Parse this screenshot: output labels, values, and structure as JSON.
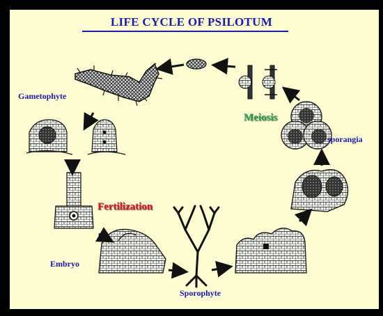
{
  "title": "LIFE CYCLE OF PSILOTUM",
  "labels": {
    "gametophyte": "Gametophyte",
    "meiosis": "Meiosis",
    "sporangia": "sporangia",
    "fertilization": "Fertilization",
    "embryo": "Embryo",
    "sporophyte": "Sporophyte"
  },
  "colors": {
    "background": "#fdfcd3",
    "frame": "#000000",
    "title": "#1a1aa6",
    "label": "#1a1aa6",
    "meiosis": "#2e9d55",
    "fertilization": "#d42020"
  },
  "stages": [
    "gametophyte",
    "archegonium-antheridium",
    "fertilization",
    "embryo",
    "sporophyte",
    "young-sporangium",
    "sporangia",
    "meiosis",
    "spore-release",
    "spore"
  ]
}
